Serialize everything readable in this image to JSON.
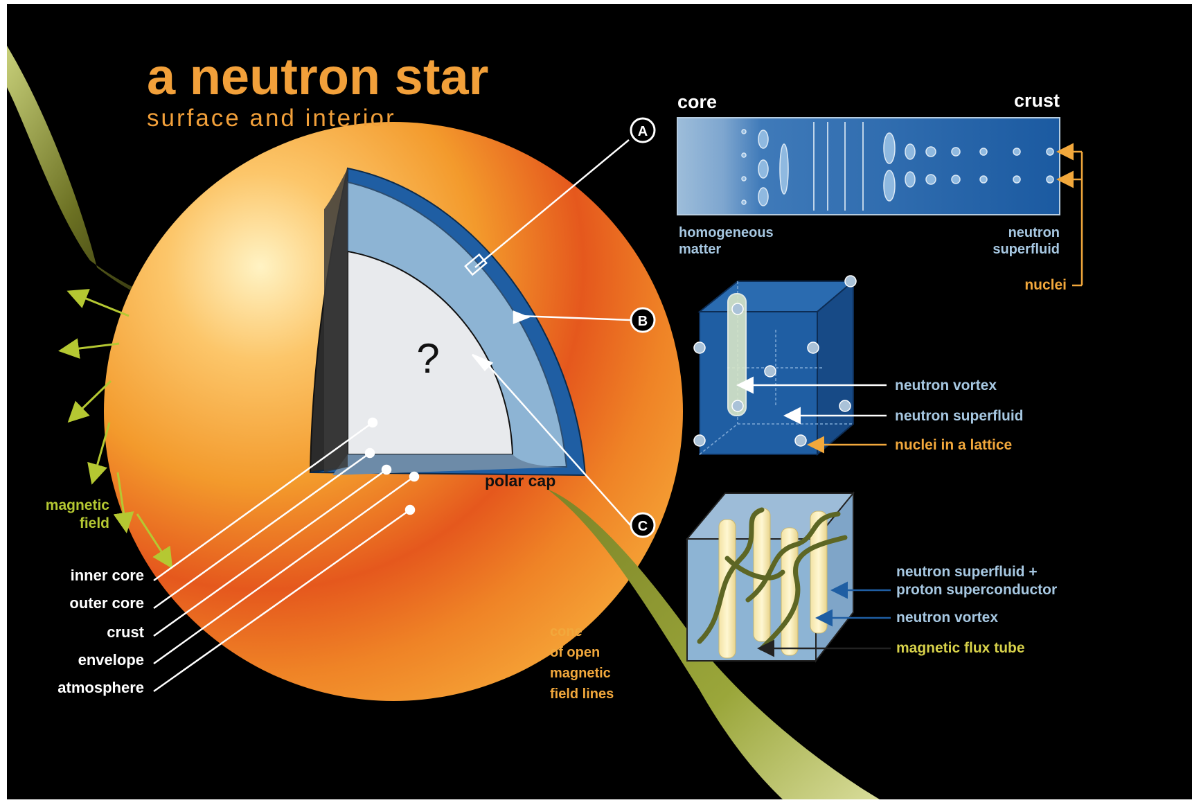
{
  "title": "a neutron star",
  "subtitle": "surface and interior",
  "colors": {
    "background": "#000000",
    "title": "#f2a03a",
    "magnetic": "#b5c832",
    "label_white": "#ffffff",
    "label_blue": "#a7c8e2",
    "label_orange": "#f2a83c",
    "crust_blue": "#1f5ea3",
    "core_blue": "#8db4d4"
  },
  "cross_section": {
    "core_mark": "?",
    "layers": [
      "inner core",
      "outer core",
      "crust",
      "envelope",
      "atmosphere"
    ],
    "polar_cap": "polar cap",
    "magnetic_field": [
      "magnetic",
      "field"
    ],
    "cone_label": [
      "cone",
      "of open",
      "magnetic",
      "field lines"
    ]
  },
  "markers": [
    "A",
    "B",
    "C"
  ],
  "panel_a": {
    "left_heading": "core",
    "right_heading": "crust",
    "left_caption": [
      "homogeneous",
      "matter"
    ],
    "right_caption": [
      "neutron",
      "superfluid"
    ],
    "nuclei_label": "nuclei"
  },
  "panel_b": {
    "labels": [
      "neutron vortex",
      "neutron superfluid",
      "nuclei in a lattice"
    ]
  },
  "panel_c": {
    "labels": [
      [
        "neutron superfluid +",
        "proton superconductor"
      ],
      "neutron vortex",
      "magnetic flux tube"
    ]
  }
}
